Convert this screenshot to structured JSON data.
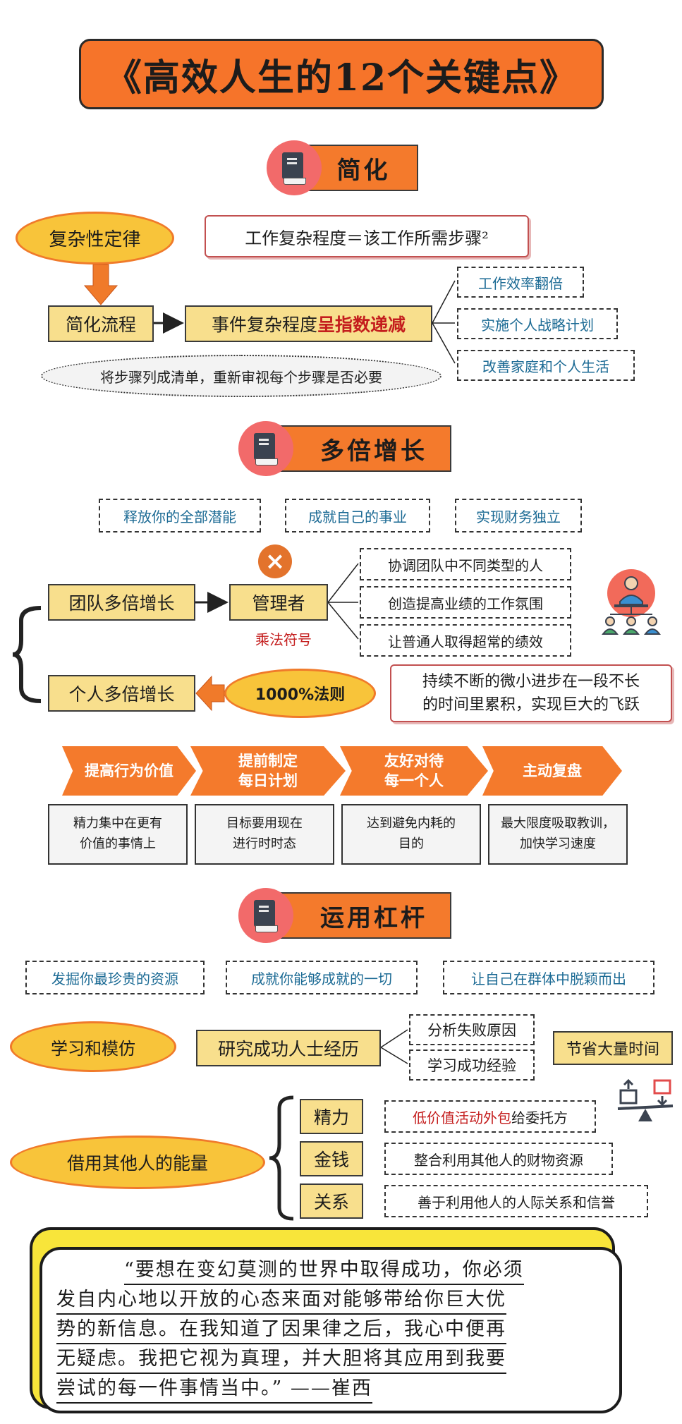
{
  "title": "《高效人生的12个关键点》",
  "sections": {
    "s1": {
      "heading": "简化",
      "law": "复杂性定律",
      "formula": "工作复杂程度＝该工作所需步骤²",
      "simplify": "简化流程",
      "effect_prefix": "事件复杂程度",
      "effect_highlight": "呈指数递减",
      "benefits": [
        "工作效率翻倍",
        "实施个人战略计划",
        "改善家庭和个人生活"
      ],
      "tip": "将步骤列成清单，重新审视每个步骤是否必要"
    },
    "s2": {
      "heading": "多倍增长",
      "goals": [
        "释放你的全部潜能",
        "成就自己的事业",
        "实现财务独立"
      ],
      "team": "团队多倍增长",
      "manager": "管理者",
      "multiply_label": "乘法符号",
      "manager_tasks": [
        "协调团队中不同类型的人",
        "创造提高业绩的工作氛围",
        "让普通人取得超常的绩效"
      ],
      "personal": "个人多倍增长",
      "rule": "1000%法则",
      "rule_desc": [
        "持续不断的微小进步在一段不长",
        "的时间里累积，实现巨大的飞跃"
      ],
      "steps": [
        {
          "title": [
            "提高行为价值"
          ],
          "desc": [
            "精力集中在更有",
            "价值的事情上"
          ]
        },
        {
          "title": [
            "提前制定",
            "每日计划"
          ],
          "desc": [
            "目标要用现在",
            "进行时时态"
          ]
        },
        {
          "title": [
            "友好对待",
            "每一个人"
          ],
          "desc": [
            "达到避免内耗的",
            "目的"
          ]
        },
        {
          "title": [
            "主动复盘"
          ],
          "desc": [
            "最大限度吸取教训，",
            "加快学习速度"
          ]
        }
      ]
    },
    "s3": {
      "heading": "运用杠杆",
      "goals": [
        "发掘你最珍贵的资源",
        "成就你能够成就的一切",
        "让自己在群体中脱颖而出"
      ],
      "learn": "学习和模仿",
      "study": "研究成功人士经历",
      "study_items": [
        "分析失败原因",
        "学习成功经验"
      ],
      "save_time": "节省大量时间",
      "borrow": "借用其他人的能量",
      "resources": [
        {
          "name": "精力",
          "highlight": "低价值活动外包",
          "rest": "给委托方"
        },
        {
          "name": "金钱",
          "highlight": "",
          "rest": "整合利用其他人的财物资源"
        },
        {
          "name": "关系",
          "highlight": "",
          "rest": "善于利用他人的人际关系和信誉"
        }
      ]
    }
  },
  "quote": {
    "lines": [
      "“要想在变幻莫测的世界中取得成功，你必须",
      "发自内心地以开放的心态来面对能够带给你巨大优",
      "势的新信息。在我知道了因果律之后，我心中便再",
      "无疑虑。我把它视为真理，并大胆将其应用到我要",
      "尝试的每一件事情当中。”  ——崔西"
    ]
  },
  "colors": {
    "orange": "#f47a2c",
    "yellow": "#f8c43a",
    "cream": "#f8df8d",
    "red": "#c41d1d",
    "blue": "#1b6a94"
  }
}
